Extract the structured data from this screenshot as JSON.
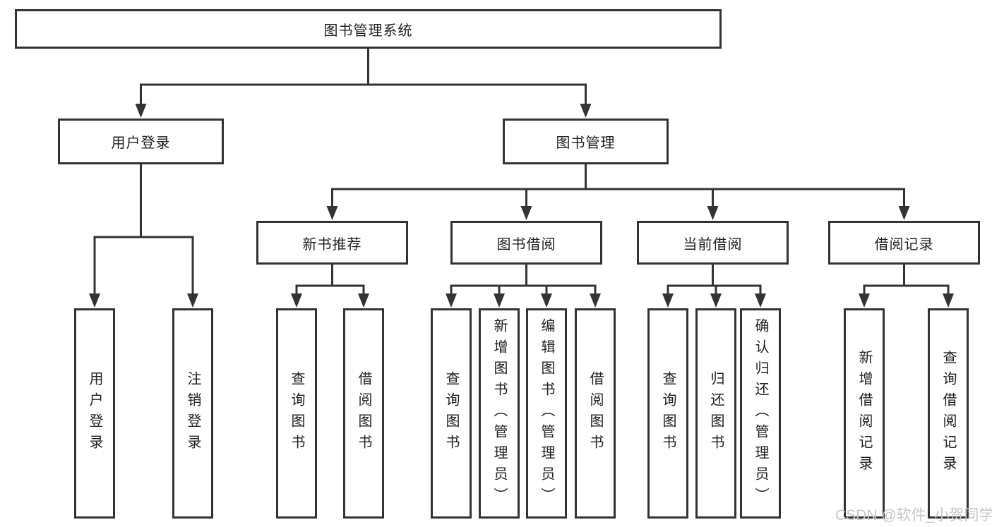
{
  "colors": {
    "line": "#333333",
    "border": "#333333",
    "text": "#222222",
    "background": "#ffffff",
    "watermark": "#c8c8c8"
  },
  "watermark": {
    "text": "CSDN @软件_小贺同学"
  },
  "tree": {
    "root": {
      "label": "图书管理系统"
    },
    "level2": [
      {
        "label": "用户登录",
        "children": [
          {
            "label": "用户登录"
          },
          {
            "label": "注销登录"
          }
        ]
      },
      {
        "label": "图书管理",
        "sections": [
          {
            "label": "新书推荐",
            "children": [
              {
                "label": "查询图书"
              },
              {
                "label": "借阅图书"
              }
            ]
          },
          {
            "label": "图书借阅",
            "children": [
              {
                "label": "查询图书"
              },
              {
                "label": "新增图书（管理员）"
              },
              {
                "label": "编辑图书（管理员）"
              },
              {
                "label": "借阅图书"
              }
            ]
          },
          {
            "label": "当前借阅",
            "children": [
              {
                "label": "查询图书"
              },
              {
                "label": "归还图书"
              },
              {
                "label": "确认归还（管理员）"
              }
            ]
          },
          {
            "label": "借阅记录",
            "children": [
              {
                "label": "新增借阅记录"
              },
              {
                "label": "查询借阅记录"
              }
            ]
          }
        ]
      }
    ]
  }
}
